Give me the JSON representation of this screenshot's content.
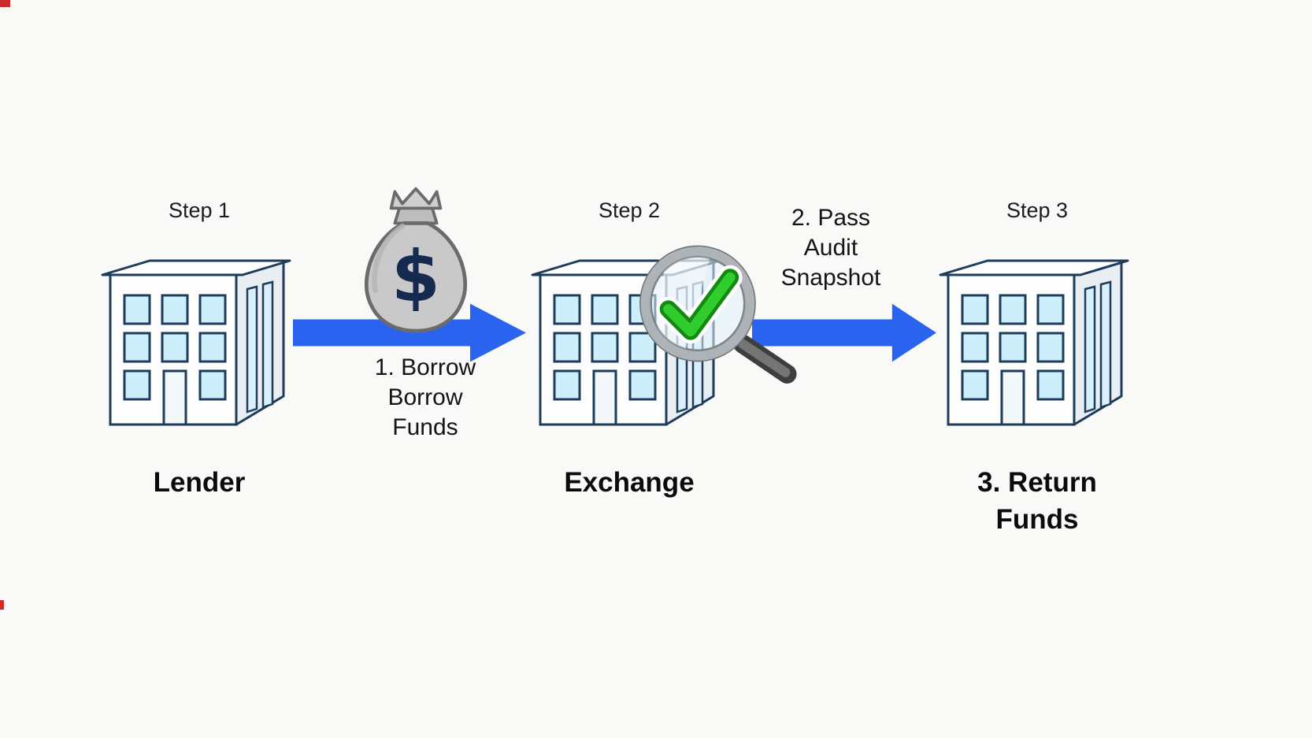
{
  "background": "#f9f9f7",
  "colors": {
    "arrow_blue": "#2a63ee",
    "building_outline": "#1d3c5a",
    "window_blue": "#cdeffc",
    "bag_gray": "#c9c9c9",
    "bag_outline": "#6b6b6b",
    "dollar_navy": "#16294e",
    "check_green": "#31cc2e",
    "lens_rim": "#adb3b6",
    "handle_gray": "#3e3e3e",
    "text_dark": "#0b0b0b",
    "artifact_red": "#cc2a2a"
  },
  "steps": [
    {
      "step_label": "Step 1",
      "title_lines": [
        "Lender"
      ]
    },
    {
      "step_label": "Step 2",
      "title_lines": [
        "Exchange"
      ]
    },
    {
      "step_label": "Step 3",
      "title_lines": [
        "3. Return",
        "Funds"
      ]
    }
  ],
  "flow_labels": {
    "borrow": {
      "lines": [
        "1. Borrow",
        "Borrow",
        "Funds"
      ]
    },
    "audit": {
      "lines": [
        "2. Pass",
        "Audit",
        "Snapshot"
      ]
    }
  },
  "money_bag": {
    "glyph": "$"
  }
}
